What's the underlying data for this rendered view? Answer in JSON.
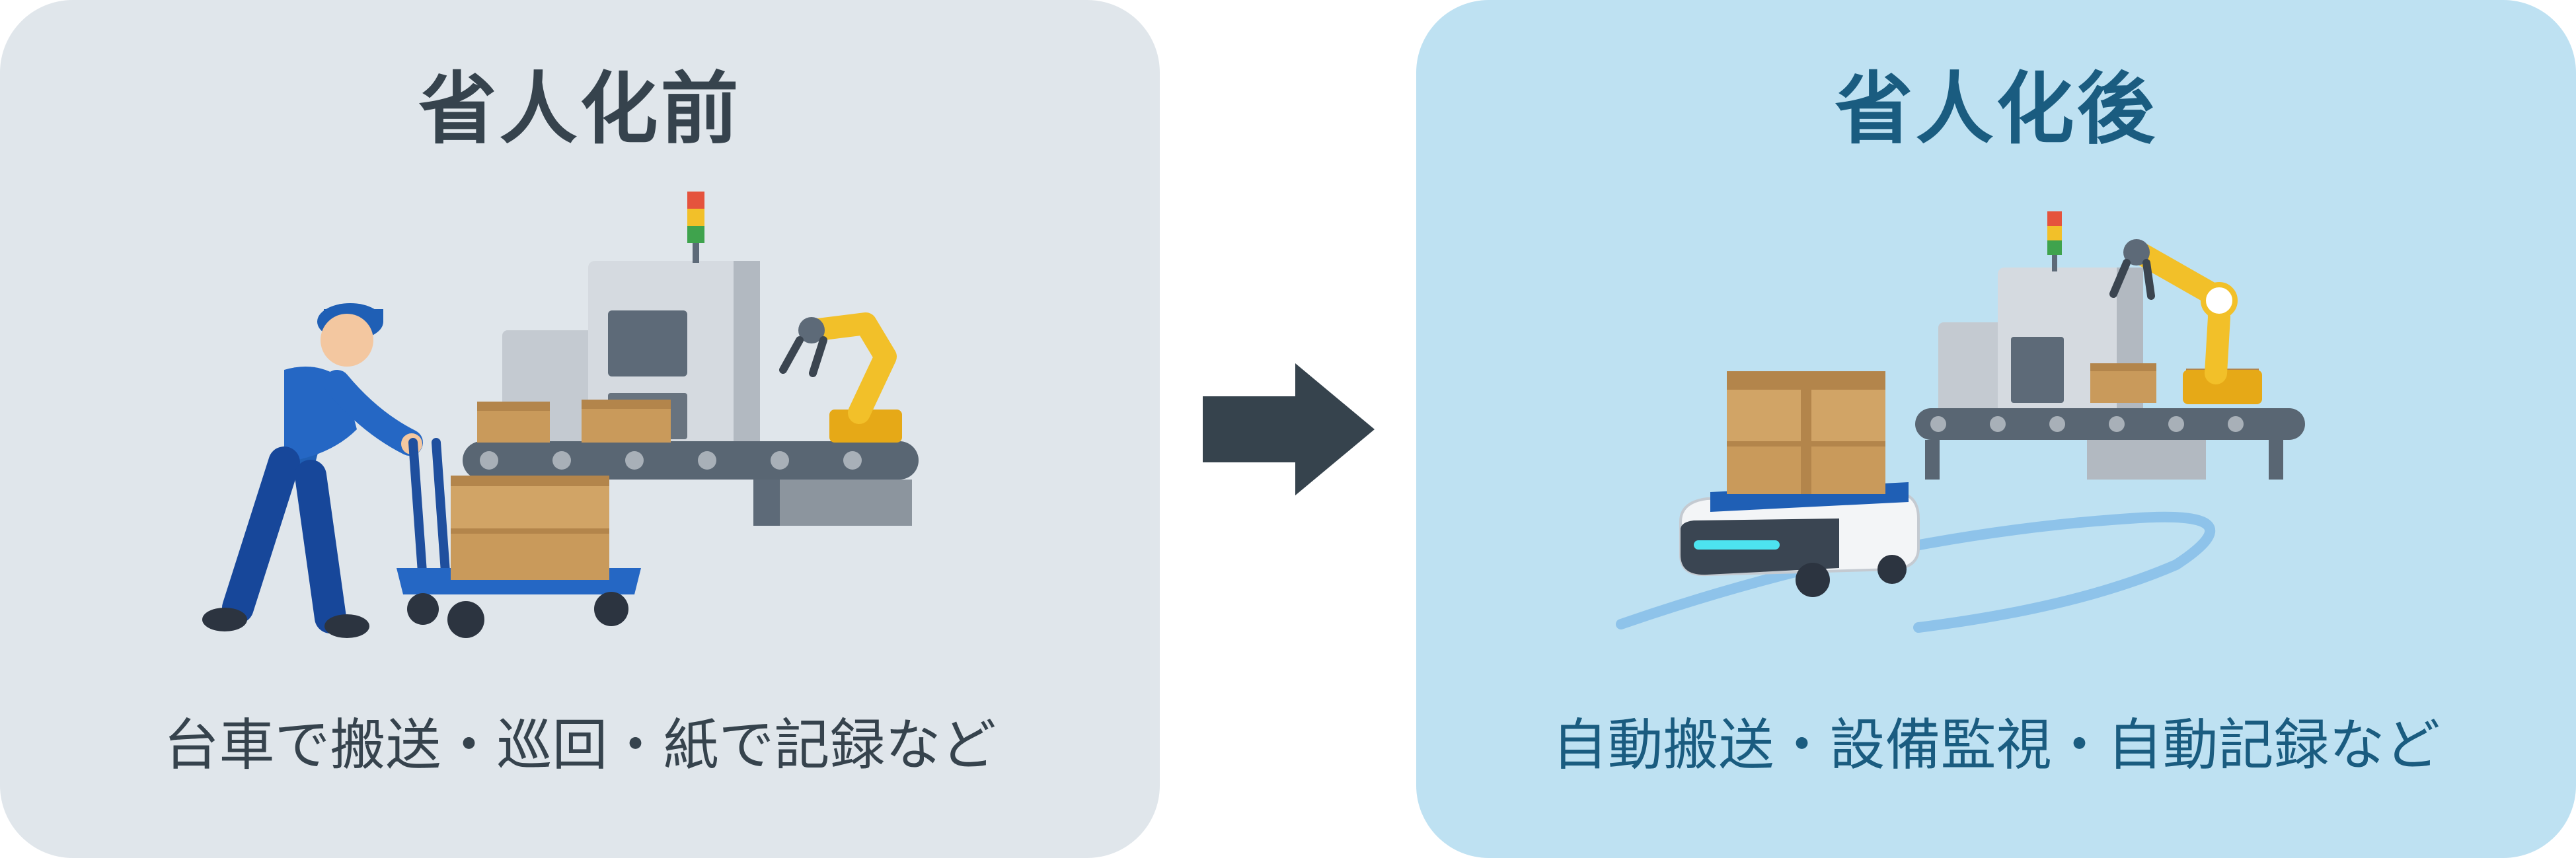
{
  "before": {
    "title": "省人化前",
    "caption": "台車で搬送・巡回・紙で記録など"
  },
  "after": {
    "title": "省人化後",
    "caption": "自動搬送・設備監視・自動記録など"
  },
  "colors": {
    "before_panel": "#e0e6eb",
    "after_panel": "#bee1f2",
    "before_text": "#36434d",
    "after_text": "#1a5c80",
    "arrow": "#36434d",
    "robot_arm": "#f2c029",
    "box": "#c99a5b",
    "worker": "#1f5fb5"
  },
  "icons": {
    "before_illustration": "worker-pushing-cart-icon",
    "after_illustration": "agv-robot-icon",
    "transition": "arrow-right-icon"
  }
}
